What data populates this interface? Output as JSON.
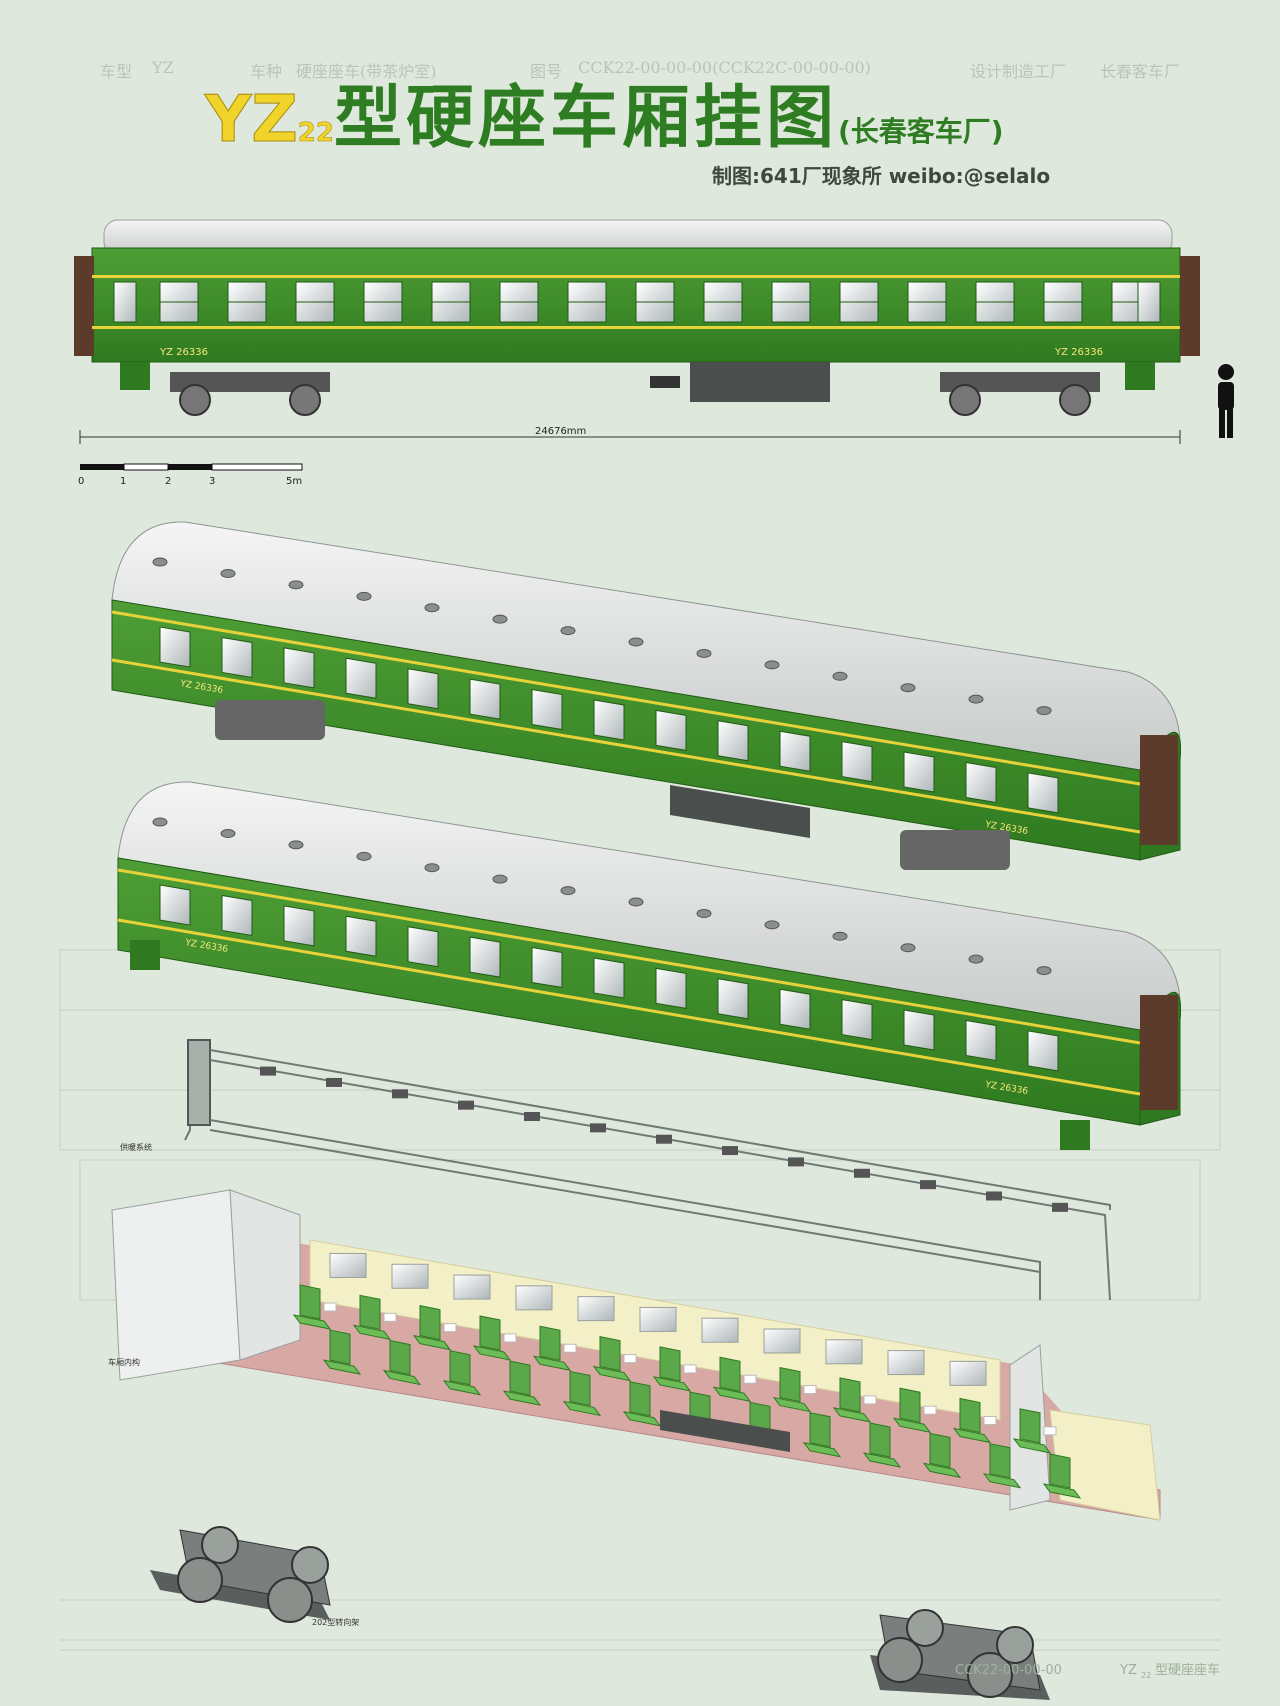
{
  "title": {
    "yz": "YZ",
    "sub": "22",
    "main": "型硬座车厢挂图",
    "paren": "(长春客车厂)"
  },
  "credit": "制图:641厂现象所 weibo:@selalo",
  "background_header": {
    "car_type": "车型",
    "car_type_val": "YZ",
    "car_kind": "车种",
    "car_kind_val": "硬座座车(带茶炉室)",
    "drawing_no": "图号",
    "drawing_no_val": "CCK22-00-00-00(CCK22C-00-00-00)",
    "factory": "设计制造工厂",
    "factory_val": "长春客车厂"
  },
  "side_view": {
    "length_label": "24676mm",
    "car_number": "YZ 26336",
    "scale_ticks": [
      "0",
      "1",
      "2",
      "3",
      "5m"
    ]
  },
  "cutaway_labels": {
    "heating": "供暖系统",
    "interior": "车厢内构",
    "bogie": "202型转向架"
  },
  "footer": {
    "drawing_no": "CCK22-00-00-00",
    "car_name": "YZ",
    "car_name_sub": "22",
    "car_name_rest": "型硬座座车"
  },
  "colors": {
    "body_green": "#3f8f2a",
    "dark_green": "#2a6a1c",
    "yellow_stripe": "#e7d23a",
    "roof_silver": "#d4d7d6",
    "interior_cream": "#f3efc6",
    "floor_pink": "#d8a8a4",
    "seat_green": "#5aa84a",
    "background": "#dfe8dc"
  }
}
